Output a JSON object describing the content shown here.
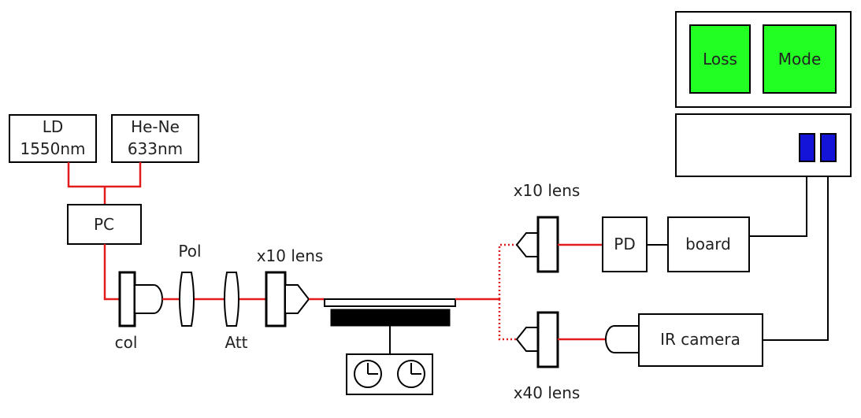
{
  "labels": {
    "ld_line1": "LD",
    "ld_line2": "1550nm",
    "hene_line1": "He-Ne",
    "hene_line2": "633nm",
    "pc": "PC",
    "pol": "Pol",
    "att": "Att",
    "col": "col",
    "input_lens": "x10 lens",
    "output_lens_top": "x10 lens",
    "output_lens_bottom": "x40 lens",
    "pd": "PD",
    "board": "board",
    "ir_camera": "IR camera",
    "monitor_loss": "Loss",
    "monitor_mode": "Mode"
  },
  "colors": {
    "beam": "#e21b1b",
    "screen": "#22ff22",
    "indicator": "#1414d8",
    "stage_block": "#000000"
  }
}
